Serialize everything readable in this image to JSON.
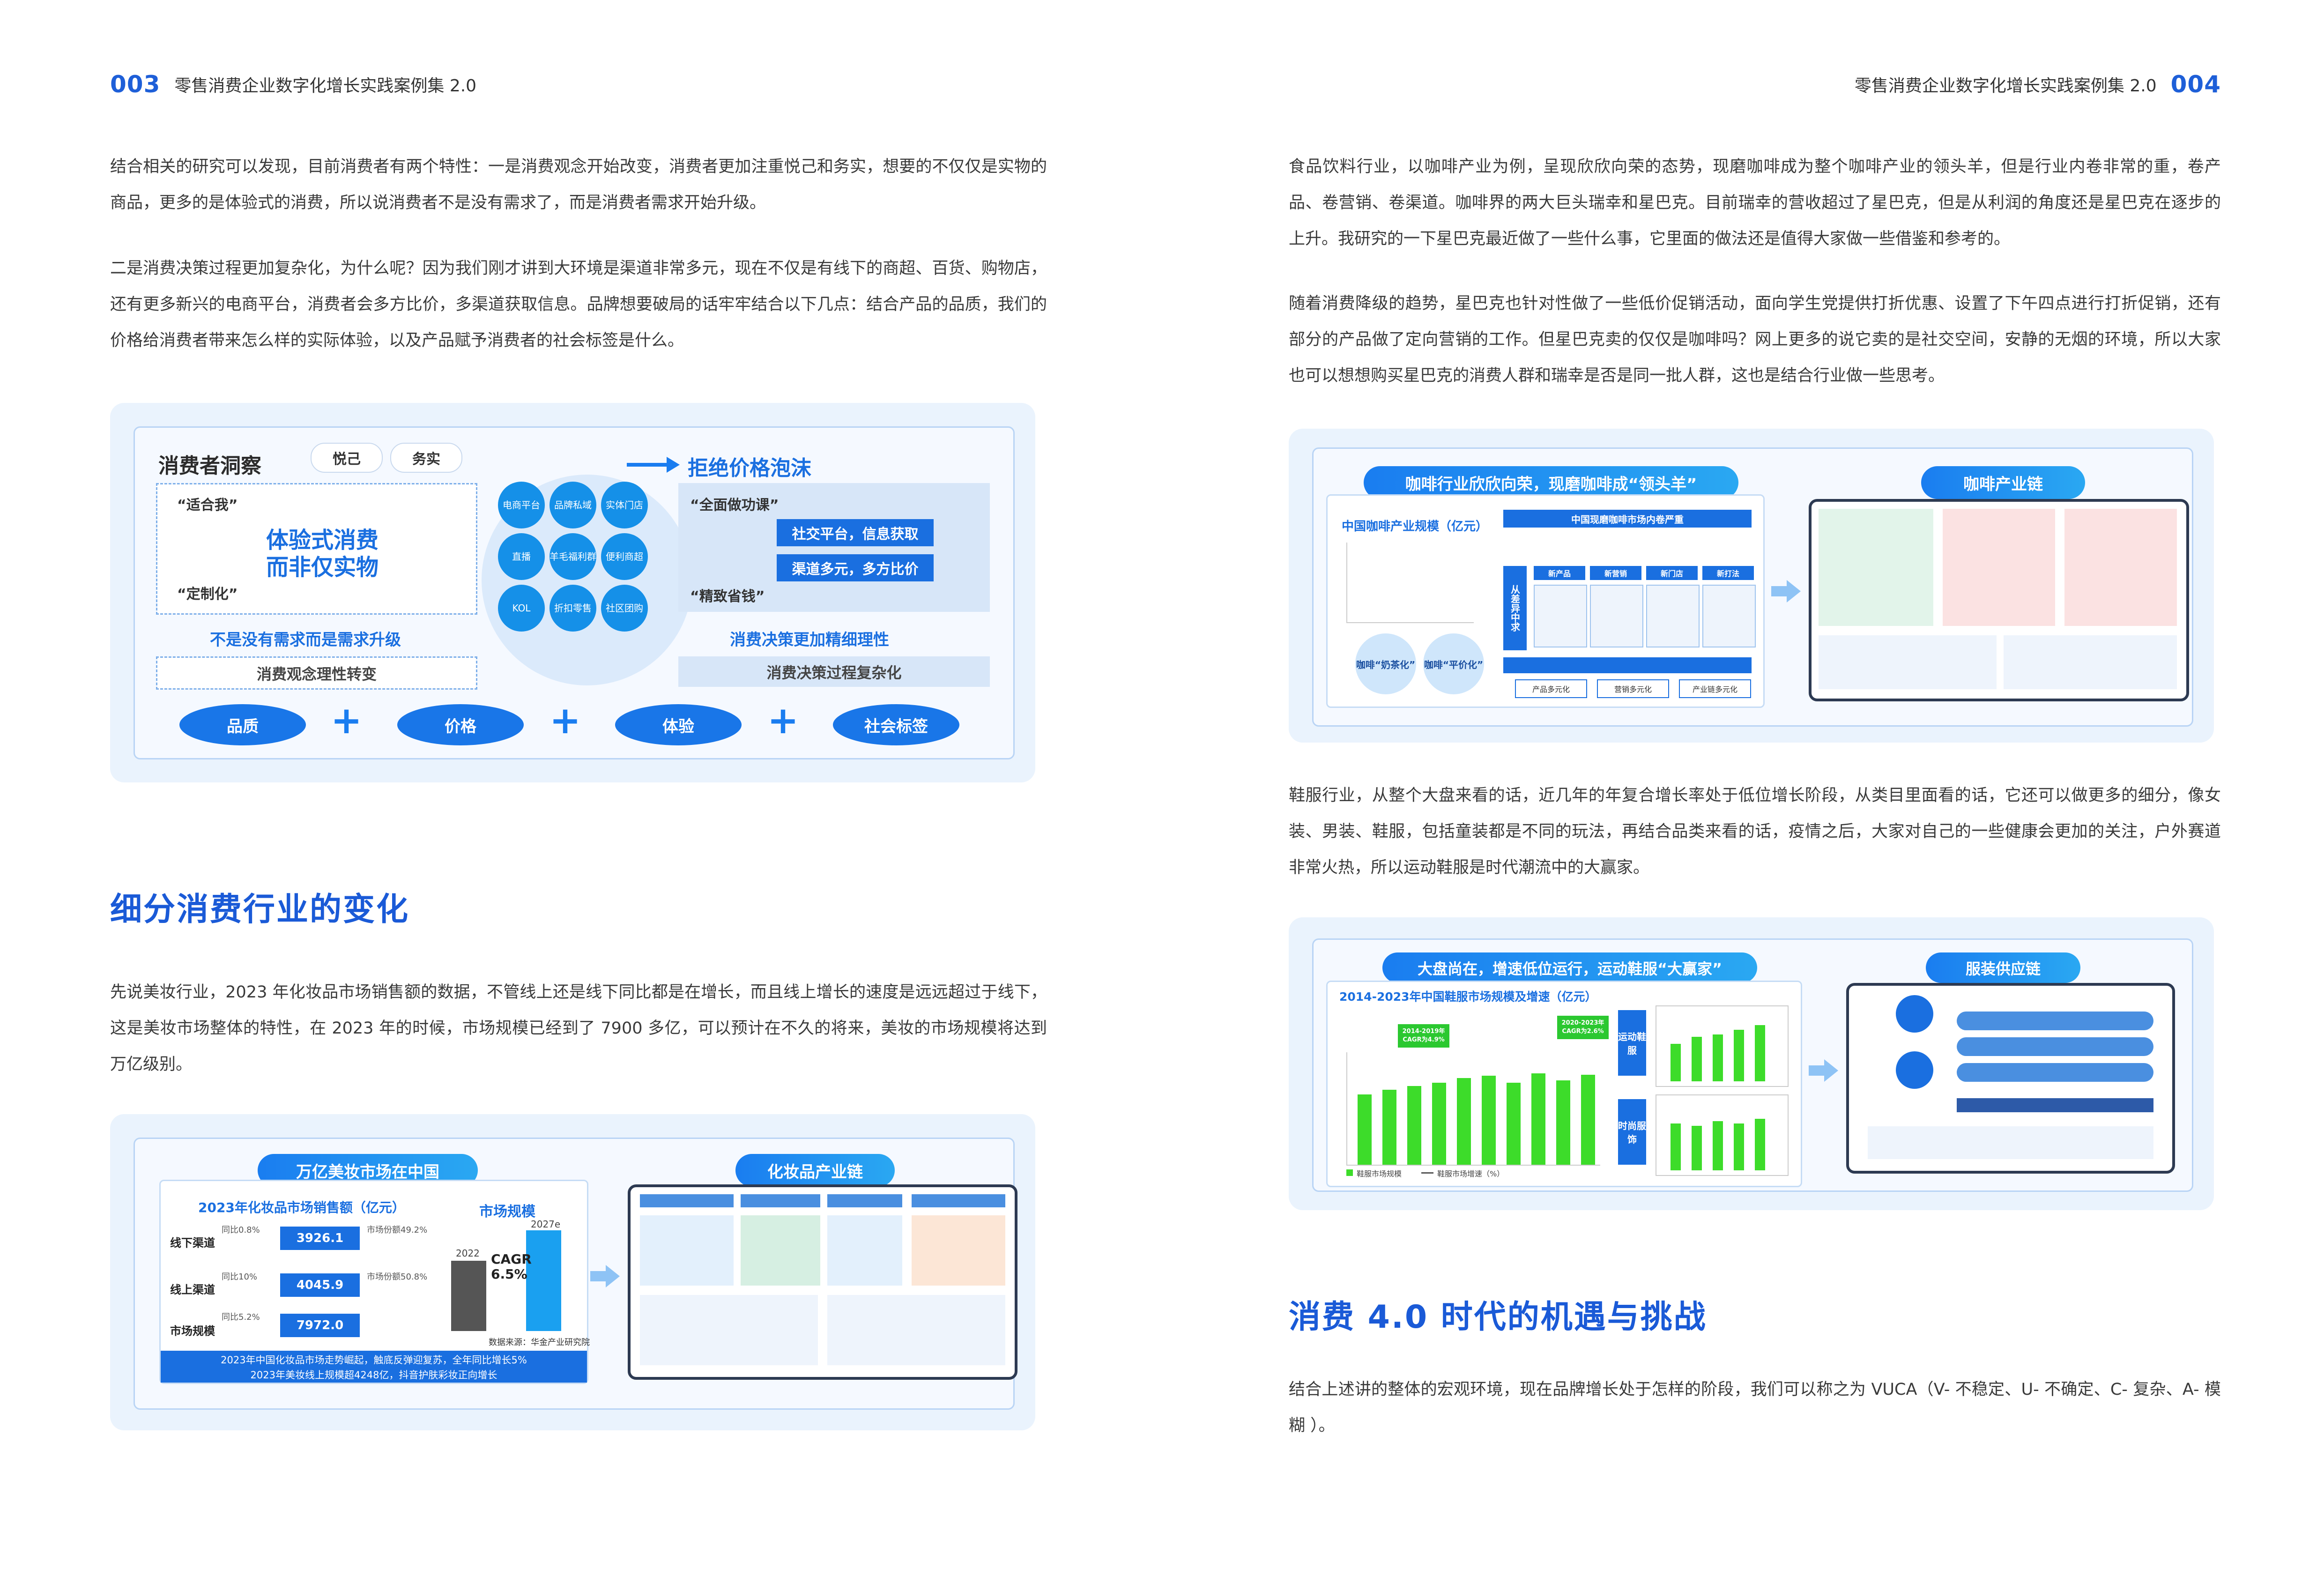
{
  "left": {
    "page_number": "003",
    "running_title": "零售消费企业数字化增长实践案例集 2.0",
    "paragraphs": [
      "结合相关的研究可以发现，目前消费者有两个特性：一是消费观念开始改变，消费者更加注重悦己和务实，想要的不仅仅是实物的商品，更多的是体验式的消费，所以说消费者不是没有需求了，而是消费者需求开始升级。",
      "二是消费决策过程更加复杂化，为什么呢？因为我们刚才讲到大环境是渠道非常多元，现在不仅是有线下的商超、百货、购物店，还有更多新兴的电商平台，消费者会多方比价，多渠道获取信息。品牌想要破局的话牢牢结合以下几点：结合产品的品质，我们的价格给消费者带来怎么样的实际体验，以及产品赋予消费者的社会标签是什么。"
    ],
    "insight_figure": {
      "title": "消费者洞察",
      "tags": [
        "悦己",
        "务实"
      ],
      "quote_1": "“适合我”",
      "quote_2": "“定制化”",
      "core_line_1": "体验式消费",
      "core_line_2": "而非仅实物",
      "bottom_note": "不是没有需求而是需求升级",
      "dashed_label": "消费观念理性转变",
      "circles": [
        "电商平台",
        "品牌私域",
        "实体门店",
        "直播",
        "羊毛福利群",
        "便利商超",
        "KOL",
        "折扣零售",
        "社区团购"
      ],
      "arrow_title": "拒绝价格泡沫",
      "quote_3": "“全面做功课”",
      "quote_4": "“精致省钱”",
      "box_1": "社交平台，信息获取",
      "box_2": "渠道多元，多方比价",
      "right_note": "消费决策更加精细理性",
      "right_band": "消费决策过程复杂化",
      "pillars": [
        "品质",
        "价格",
        "体验",
        "社会标签"
      ]
    },
    "section_heading": "细分消费行业的变化",
    "paragraph_3": "先说美妆行业，2023 年化妆品市场销售额的数据，不管线上还是线下同比都是在增长，而且线上增长的速度是远远超过于线下，这是美妆市场整体的特性，在 2023 年的时候，市场规模已经到了 7900 多亿，可以预计在不久的将来，美妆的市场规模将达到万亿级别。",
    "beauty_figure": {
      "left_pill": "万亿美妆市场在中国",
      "right_pill": "化妆品产业链",
      "chart_title": "2023年化妆品市场销售额（亿元）",
      "rows": [
        {
          "label": "线下渠道",
          "growth": "同比0.8%",
          "value": "3926.1",
          "share": "市场份额49.2%"
        },
        {
          "label": "线上渠道",
          "growth": "同比10%",
          "value": "4045.9",
          "share": "市场份额50.8%"
        },
        {
          "label": "市场规模",
          "growth": "同比5.2%",
          "value": "7972.0",
          "share": ""
        }
      ],
      "scale_title": "市场规模",
      "year_1": "2022",
      "year_2": "2027e",
      "cagr": "CAGR",
      "cagr_value": "6.5%",
      "source": "数据来源：华金产业研究院",
      "caption_1": "2023年中国化妆品市场走势崛起，触底反弹迎复苏，全年同比增长5%",
      "caption_2": "2023年美妆线上规模超4248亿，抖音护肤彩妆正向增长"
    }
  },
  "right": {
    "page_number": "004",
    "running_title": "零售消费企业数字化增长实践案例集 2.0",
    "paragraphs": [
      "食品饮料行业，以咖啡产业为例，呈现欣欣向荣的态势，现磨咖啡成为整个咖啡产业的领头羊，但是行业内卷非常的重，卷产品、卷营销、卷渠道。咖啡界的两大巨头瑞幸和星巴克。目前瑞幸的营收超过了星巴克，但是从利润的角度还是星巴克在逐步的上升。我研究的一下星巴克最近做了一些什么事，它里面的做法还是值得大家做一些借鉴和参考的。",
      "随着消费降级的趋势，星巴克也针对性做了一些低价促销活动，面向学生党提供打折优惠、设置了下午四点进行打折促销，还有部分的产品做了定向营销的工作。但星巴克卖的仅仅是咖啡吗？网上更多的说它卖的是社交空间，安静的无烟的环境，所以大家也可以想想购买星巴克的消费人群和瑞幸是否是同一批人群，这也是结合行业做一些思考。"
    ],
    "coffee_figure": {
      "left_pill": "咖啡行业欣欣向荣，现磨咖啡成“领头羊”",
      "right_pill": "咖啡产业链",
      "chart_title": "中国咖啡产业规模（亿元）",
      "bubble_1": "咖啡“奶茶化”",
      "bubble_2": "咖啡“平价化”",
      "market_title": "中国现磨咖啡市场内卷严重",
      "side_label": "从差异中求",
      "columns": [
        "新产品",
        "新营销",
        "新门店",
        "新打法"
      ],
      "bottom_tags": [
        "产品多元化",
        "营销多元化",
        "产业链多元化"
      ]
    },
    "paragraph_3": "鞋服行业，从整个大盘来看的话，近几年的年复合增长率处于低位增长阶段，从类目里面看的话，它还可以做更多的细分，像女装、男装、鞋服，包括童装都是不同的玩法，再结合品类来看的话，疫情之后，大家对自己的一些健康会更加的关注，户外赛道非常火热，所以运动鞋服是时代潮流中的大赢家。",
    "apparel_figure": {
      "left_pill": "大盘尚在，增速低位运行，运动鞋服“大赢家”",
      "right_pill": "服装供应链",
      "chart_title": "2014-2023年中国鞋服市场规模及增速（亿元）",
      "cagr_1": "2014-2019年 CAGR为4.9%",
      "cagr_2": "2020-2023年 CAGR为2.6%",
      "side_1": "运动鞋服",
      "side_2": "时尚服饰",
      "legend_bar": "鞋服市场规模",
      "legend_line": "鞋服市场增速（%）"
    },
    "section_heading": "消费 4.0 时代的机遇与挑战",
    "paragraph_4": "结合上述讲的整体的宏观环境，现在品牌增长处于怎样的阶段，我们可以称之为 VUCA（V- 不稳定、U- 不确定、C- 复杂、A- 模糊 ）。"
  },
  "colors": {
    "accent": "#1a5ad7",
    "panel": "#eaf3fd",
    "green": "#3ddc2a"
  }
}
